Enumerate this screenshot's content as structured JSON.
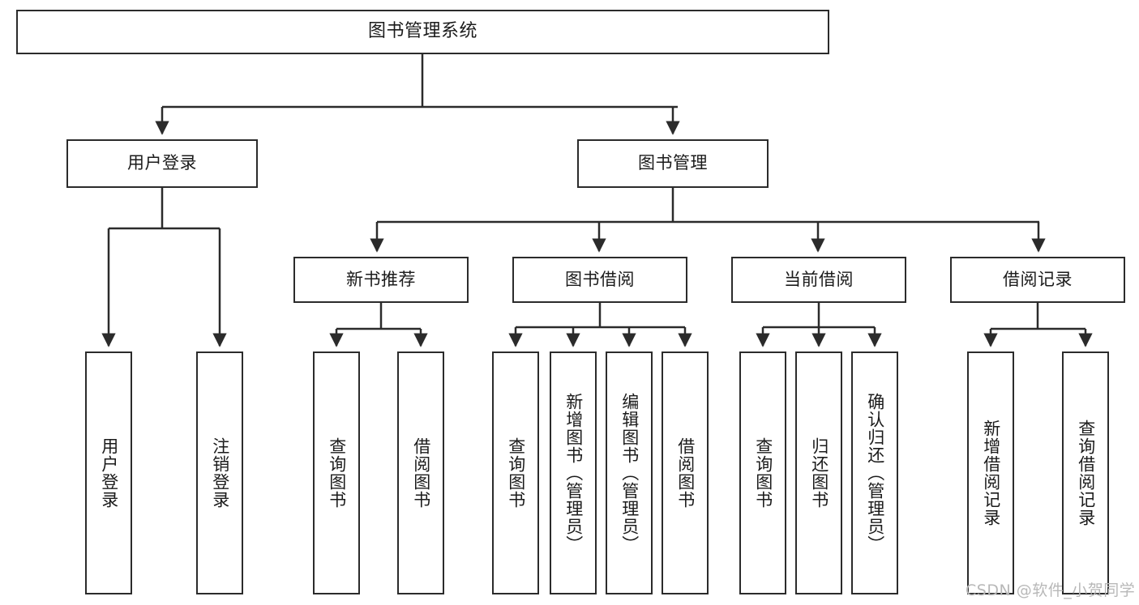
{
  "diagram": {
    "title": "图书管理系统",
    "type": "hierarchy-tree",
    "colors": {
      "box_border": "#2b2b2b",
      "box_fill": "#ffffff",
      "edge": "#2b2b2b",
      "text": "#1b1b1b",
      "watermark": "#b8b8b8"
    },
    "root": {
      "label": "图书管理系统"
    },
    "level2": [
      {
        "label": "用户登录"
      },
      {
        "label": "图书管理"
      }
    ],
    "level3": [
      {
        "label": "新书推荐"
      },
      {
        "label": "图书借阅"
      },
      {
        "label": "当前借阅"
      },
      {
        "label": "借阅记录"
      }
    ],
    "leaves": [
      {
        "label": "用户登录"
      },
      {
        "label": "注销登录"
      },
      {
        "label": "查询图书"
      },
      {
        "label": "借阅图书"
      },
      {
        "label": "查询图书"
      },
      {
        "label": "新增图书（管理员）"
      },
      {
        "label": "编辑图书（管理员）"
      },
      {
        "label": "借阅图书"
      },
      {
        "label": "查询图书"
      },
      {
        "label": "归还图书"
      },
      {
        "label": "确认归还（管理员）"
      },
      {
        "label": "新增借阅记录"
      },
      {
        "label": "查询借阅记录"
      }
    ],
    "watermark": "CSDN @软件_小贺同学"
  }
}
